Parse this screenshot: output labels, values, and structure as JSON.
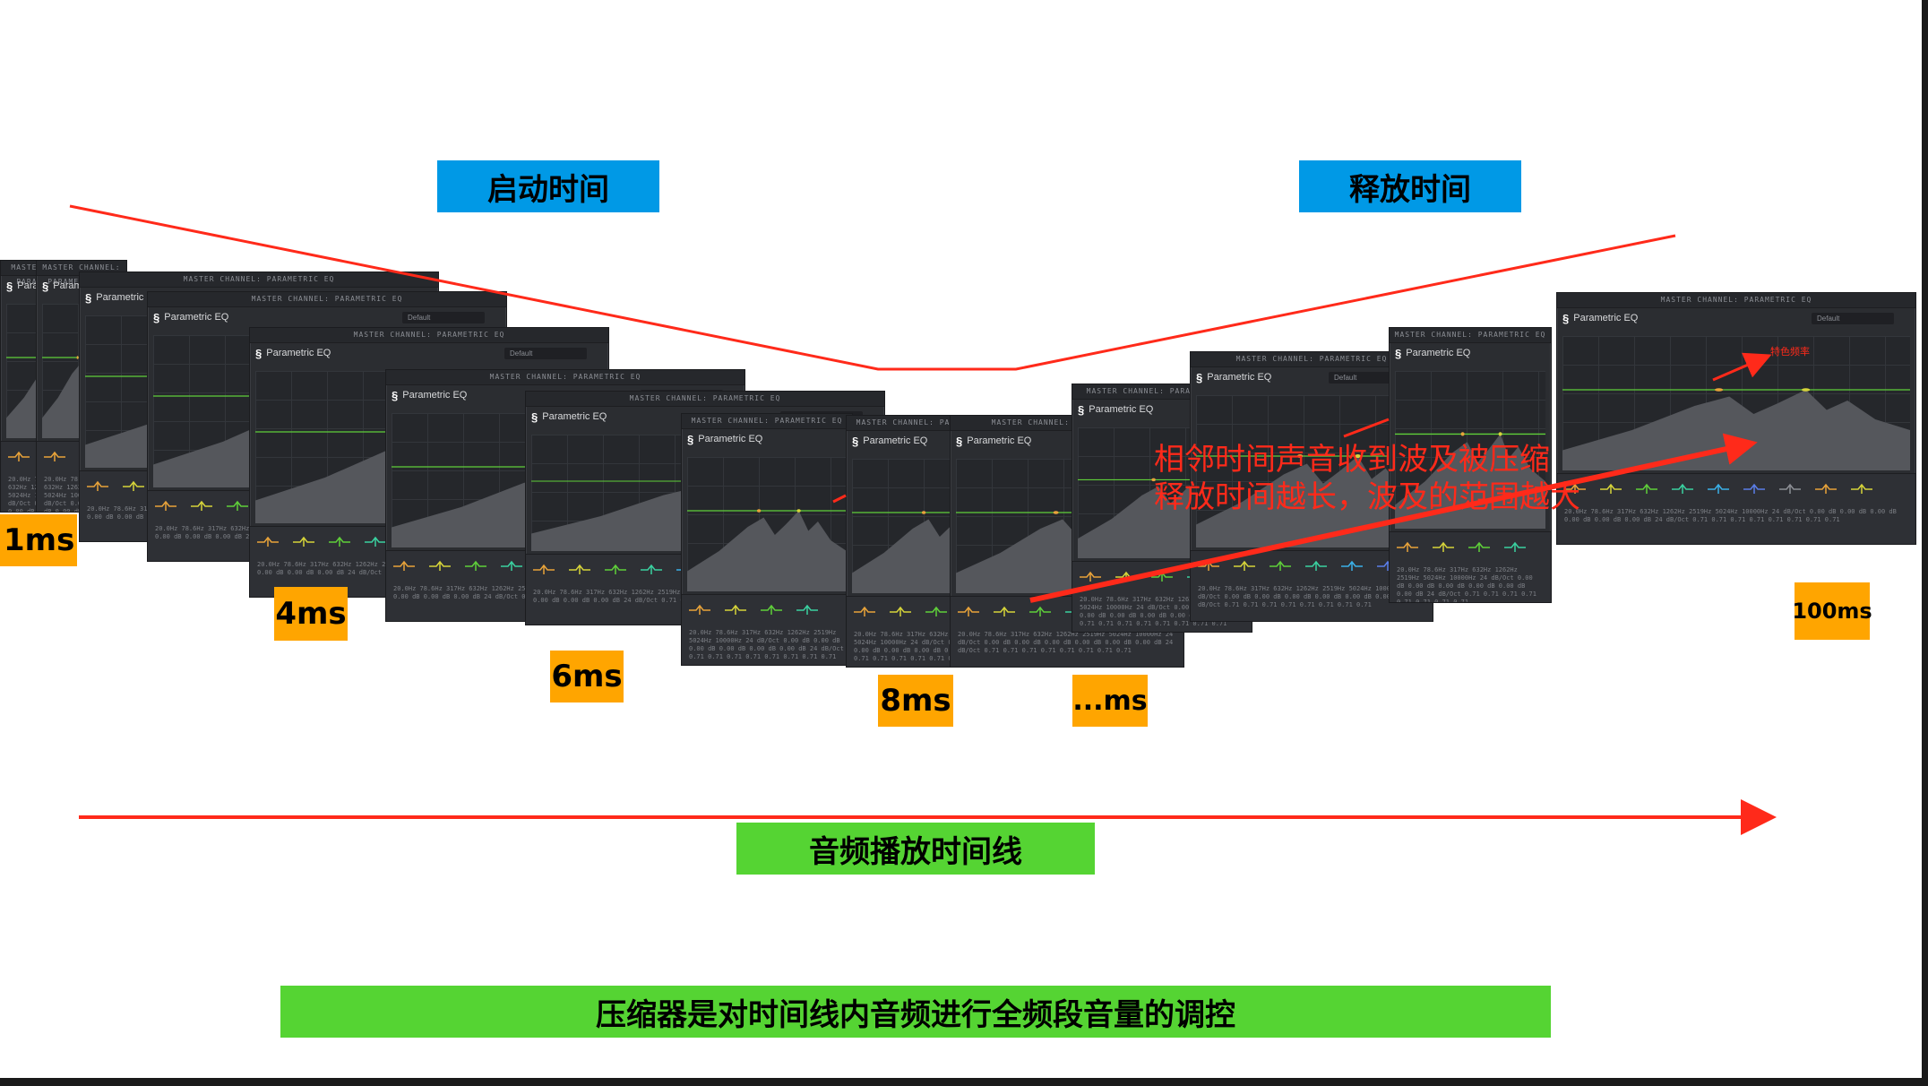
{
  "top_labels": {
    "attack": "启动时间",
    "release": "释放时间"
  },
  "timeline_label": "音频播放时间线",
  "summary": "压缩器是对时间线内音频进行全频段音量的调控",
  "time_labels": [
    "1ms",
    "4ms",
    "6ms",
    "8ms",
    "...ms",
    "100ms"
  ],
  "annotation": {
    "line1": "相邻时间声音收到波及被压缩",
    "line2": "释放时间越长，波及的范围越大"
  },
  "highlight_note": "特色频率",
  "eq": {
    "window_title": "MASTER CHANNEL: PARAMETRIC EQ",
    "plugin_name": "Parametric EQ",
    "preset": "Default",
    "band_values": "20.0Hz  78.6Hz  317Hz  632Hz  1262Hz  2519Hz  5024Hz  10000Hz\n24 dB/Oct  0.00 dB  0.00 dB  0.00 dB  0.00 dB  0.00 dB  0.00 dB  24 dB/Oct\n0.71  0.71  0.71  0.71  0.71  0.71  0.71  0.71"
  },
  "colors": {
    "arrow_red": "#ff2a1a",
    "label_blue": "#0099e6",
    "label_green": "#55d433",
    "label_orange": "#ffa500",
    "eq_background": "#2b2d31",
    "eq_curve": "#5fcf3a"
  }
}
